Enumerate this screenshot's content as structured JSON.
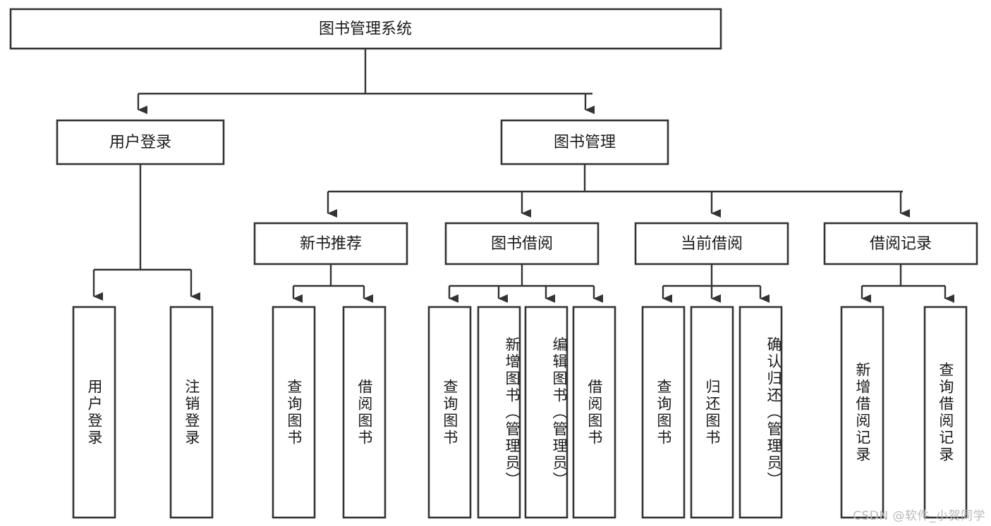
{
  "diagram": {
    "type": "tree-hierarchy-functional-decomposition",
    "colors": {
      "background": "#ffffff",
      "box_stroke": "#333333",
      "box_fill": "#ffffff",
      "text": "#1a1a1a",
      "connector": "#333333",
      "watermark": "#b9b9b9"
    },
    "root": {
      "label": "图书管理系统"
    },
    "level2": [
      {
        "label": "用户登录"
      },
      {
        "label": "图书管理"
      }
    ],
    "level3": [
      {
        "label": "新书推荐"
      },
      {
        "label": "图书借阅"
      },
      {
        "label": "当前借阅"
      },
      {
        "label": "借阅记录"
      }
    ],
    "leaves": {
      "user_login": [
        {
          "label": "用户登录"
        },
        {
          "label": "注销登录"
        }
      ],
      "new_book_recommend": [
        {
          "label": "查询图书"
        },
        {
          "label": "借阅图书"
        }
      ],
      "book_borrow": [
        {
          "label": "查询图书"
        },
        {
          "label": "新增图书（管理员）"
        },
        {
          "label": "编辑图书（管理员）"
        },
        {
          "label": "借阅图书"
        }
      ],
      "current_borrow": [
        {
          "label": "查询图书"
        },
        {
          "label": "归还图书"
        },
        {
          "label": "确认归还（管理员）"
        }
      ],
      "borrow_record": [
        {
          "label": "新增借阅记录"
        },
        {
          "label": "查询借阅记录"
        }
      ]
    }
  },
  "watermark": {
    "text": "CSDN @软件_小贺同学"
  }
}
